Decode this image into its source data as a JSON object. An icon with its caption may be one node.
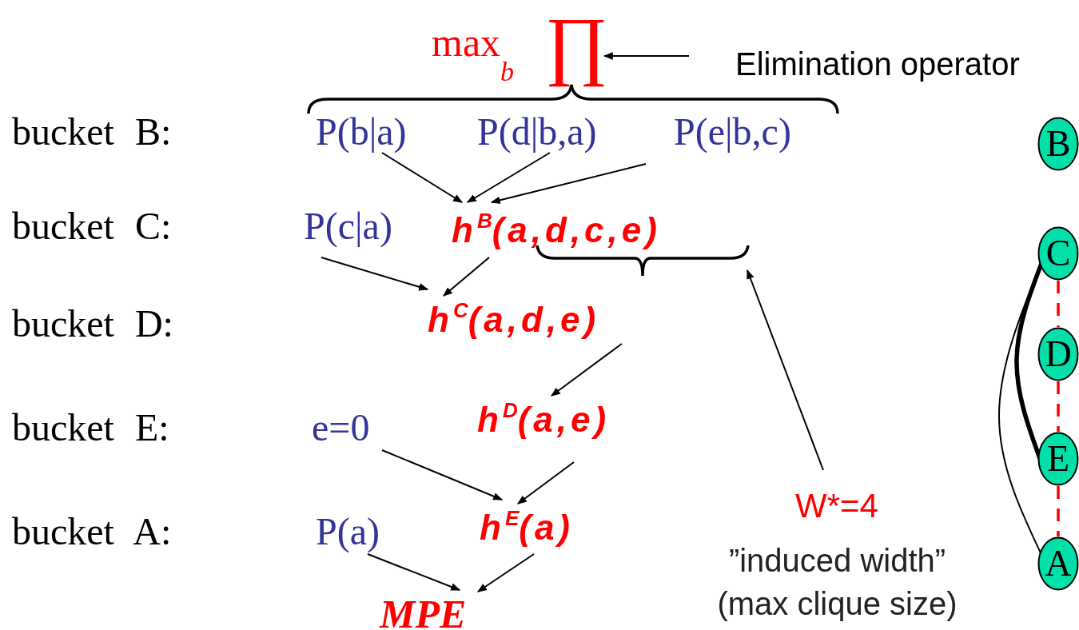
{
  "diagram": {
    "nodes": [
      {
        "text": [
          "max$_{b}$",
          "∏"
        ]
      },
      {
        "text": [
          "Elimination operator"
        ]
      },
      {
        "text": [
          "P(b|a)"
        ]
      },
      {
        "text": [
          "P(d|b,a)"
        ]
      },
      {
        "text": [
          "P(e|b,c)"
        ]
      },
      {
        "text": [
          "P(c|a)"
        ]
      },
      {
        "text": [
          "h$^{B}$(a,d,c,e)"
        ]
      },
      {
        "text": [
          "h$^{C}$(a,d,e)"
        ]
      },
      {
        "text": [
          "e=0"
        ]
      },
      {
        "text": [
          "h$^{D}$(a,e)"
        ]
      },
      {
        "text": [
          "P(a)"
        ]
      },
      {
        "text": [
          "h$^{E}$(a)"
        ]
      },
      {
        "text": [
          "MPE"
        ]
      },
      {
        "text": [
          "W*=4",
          "”induced width” (max clique size)"
        ]
      },
      {
        "text": [],
        "shape": "brace"
      },
      {
        "text": [
          "B"
        ]
      },
      {
        "text": [
          "C"
        ]
      },
      {
        "text": [
          "D"
        ]
      },
      {
        "text": [
          "E"
        ]
      },
      {
        "text": [
          "A"
        ]
      }
    ],
    "edges": [
      {
        "from": 1,
        "to": 0,
        "arrow": "to"
      },
      {
        "from": 2,
        "to": 6,
        "arrow": "to"
      },
      {
        "from": 3,
        "to": 6,
        "arrow": "to"
      },
      {
        "from": 4,
        "to": 6,
        "arrow": "to"
      },
      {
        "from": 5,
        "to": 7,
        "arrow": "to"
      },
      {
        "from": 6,
        "to": 7,
        "arrow": "to"
      },
      {
        "from": 7,
        "to": 9,
        "arrow": "to"
      },
      {
        "from": 8,
        "to": 11,
        "arrow": "to"
      },
      {
        "from": 9,
        "to": 11,
        "arrow": "to"
      },
      {
        "from": 10,
        "to": 12,
        "arrow": "to"
      },
      {
        "from": 11,
        "to": 12,
        "arrow": "to"
      },
      {
        "from": 13,
        "to": 14,
        "arrow": "to"
      },
      {
        "from": 16,
        "to": 18,
        "arrow": "none",
        "style": "thick"
      },
      {
        "from": 16,
        "to": 19,
        "arrow": "none"
      },
      {
        "from": 16,
        "to": 17,
        "arrow": "none",
        "style": "dashed",
        "color": "#ff0000"
      },
      {
        "from": 17,
        "to": 18,
        "arrow": "none",
        "style": "dashed",
        "color": "#ff0000"
      },
      {
        "from": 18,
        "to": 19,
        "arrow": "none",
        "style": "dashed",
        "color": "#ff0000"
      }
    ],
    "labels": [
      "bucket B:",
      "bucket C:",
      "bucket D:",
      "bucket E:",
      "bucket A:"
    ]
  }
}
